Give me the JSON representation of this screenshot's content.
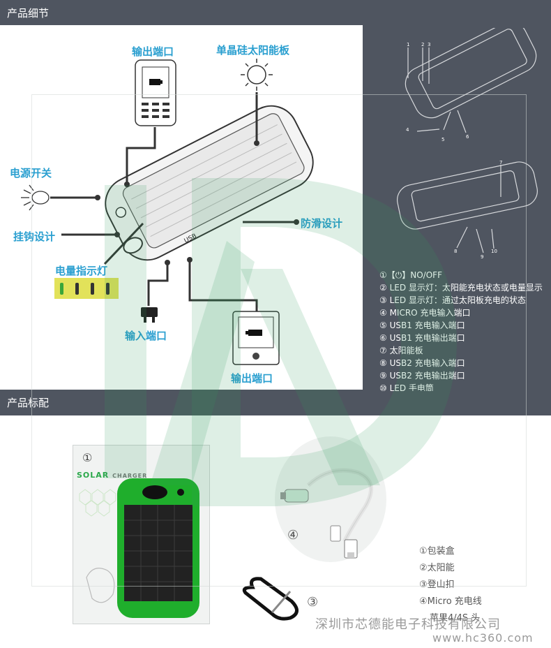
{
  "sections": {
    "details_title": "产品细节",
    "accessories_title": "产品标配"
  },
  "callouts": {
    "output_port_top": "输出端口",
    "solar_panel": "单晶硅太阳能板",
    "power_switch": "电源开关",
    "lanyard": "挂钩设计",
    "battery_indicator": "电量指示灯",
    "anti_slip": "防滑设计",
    "input_port": "输入端口",
    "output_port_bottom": "输出端口",
    "usb_label": "USB"
  },
  "diagram_numbers": [
    "1",
    "2",
    "3",
    "4",
    "5",
    "6",
    "7",
    "8",
    "9",
    "10"
  ],
  "legend": [
    "①【⏻】NO/OFF",
    "② LED 显示灯：太阳能充电状态或电量显示",
    "③ LED 显示灯：通过太阳板充电的状态",
    "④ MICRO 充电输入端口",
    "⑤ USB1 充电输入端口",
    "⑥ USB1 充电输出端口",
    "⑦ 太阳能板",
    "⑧ USB2 充电输入端口",
    "⑨ USB2 充电输出端口",
    "⑩ LED 手电筒"
  ],
  "box": {
    "number": "①",
    "brand_left": "SOLAR",
    "brand_right": "CHARGER"
  },
  "cable_number": "④",
  "carabiner_number": "③",
  "accessories": [
    "①包装盒",
    "②太阳能",
    "③登山扣",
    "④Micro 充电线",
    "苹果4/4S 头"
  ],
  "footer": {
    "company": "深圳市芯德能电子科技有限公司",
    "url": "www.hc360.com"
  },
  "colors": {
    "band": "#4f5560",
    "callout_blue": "#2a9fd0",
    "watermark_green": "#2f9e5b",
    "device_green": "#1fae2c"
  }
}
